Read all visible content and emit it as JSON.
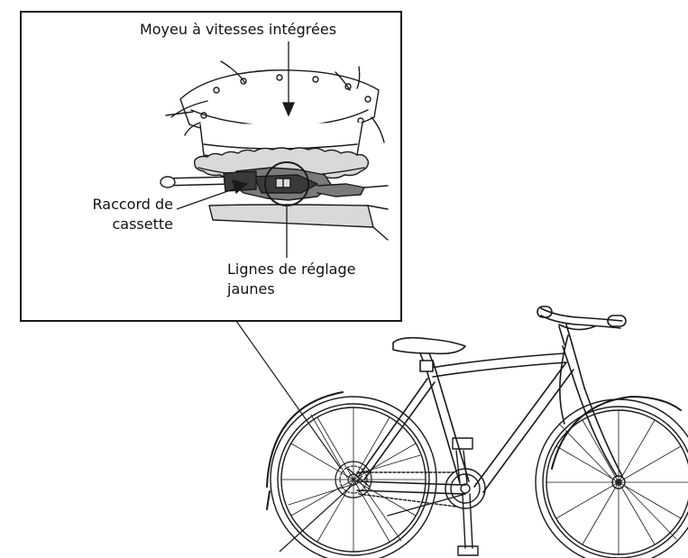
{
  "labels": {
    "hub": "Moyeu à vitesses intégrées",
    "coupler_line1": "Raccord de",
    "coupler_line2": "cassette",
    "marks_line1": "Lignes de réglage",
    "marks_line2": "jaunes"
  },
  "colors": {
    "line": "#1a1a1a",
    "frame_fill": "#ffffff",
    "part_gray": "#7a7a7a",
    "part_dark": "#3a3a3a",
    "part_light": "#d9d9d9"
  }
}
